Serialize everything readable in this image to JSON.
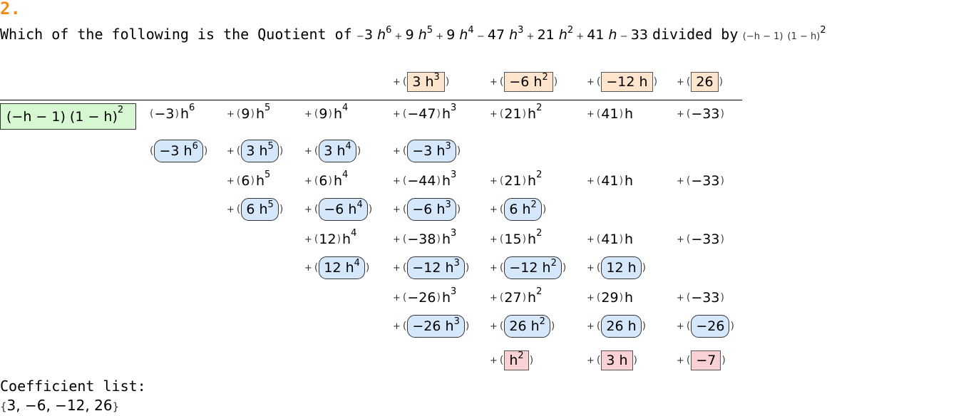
{
  "problem_number": "2.",
  "question": {
    "prefix": "Which of the following is the Quotient of",
    "dividend": [
      {
        "sign": "−",
        "coef": "3",
        "exp": "6"
      },
      {
        "sign": "+",
        "coef": "9",
        "exp": "5"
      },
      {
        "sign": "+",
        "coef": "9",
        "exp": "4"
      },
      {
        "sign": "−",
        "coef": "47",
        "exp": "3"
      },
      {
        "sign": "+",
        "coef": "21",
        "exp": "2"
      },
      {
        "sign": "+",
        "coef": "41",
        "exp": ""
      },
      {
        "sign": "−",
        "coef": "33",
        "exp": null
      }
    ],
    "variable": "h",
    "connector": "divided by",
    "divisor_a": "(−h − 1)",
    "divisor_b": "(1 − h)",
    "divisor_b_exp": "2"
  },
  "quotient_terms": [
    "3 h",
    "−6 h",
    "−12 h",
    "26"
  ],
  "quotient_exps": [
    "3",
    "2",
    "",
    ""
  ],
  "divisor_label": "(−h − 1) (1 − h)",
  "divisor_exp": "2",
  "rows": [
    {
      "cells": [
        {
          "col": 0,
          "val": "−3",
          "var": "h",
          "exp": "6",
          "plus": false
        },
        {
          "col": 1,
          "val": "9",
          "var": "h",
          "exp": "5"
        },
        {
          "col": 2,
          "val": "9",
          "var": "h",
          "exp": "4"
        },
        {
          "col": 3,
          "val": "−47",
          "var": "h",
          "exp": "3"
        },
        {
          "col": 4,
          "val": "21",
          "var": "h",
          "exp": "2"
        },
        {
          "col": 5,
          "val": "41",
          "var": "h",
          "exp": ""
        },
        {
          "col": 6,
          "val": "−33",
          "var": "",
          "exp": ""
        }
      ]
    },
    {
      "sub": true,
      "cells": [
        {
          "col": 0,
          "val": "−3 h",
          "exp": "6",
          "plus": false
        },
        {
          "col": 1,
          "val": "3 h",
          "exp": "5"
        },
        {
          "col": 2,
          "val": "3 h",
          "exp": "4"
        },
        {
          "col": 3,
          "val": "−3 h",
          "exp": "3"
        }
      ]
    },
    {
      "cells": [
        {
          "col": 1,
          "val": "6",
          "var": "h",
          "exp": "5"
        },
        {
          "col": 2,
          "val": "6",
          "var": "h",
          "exp": "4"
        },
        {
          "col": 3,
          "val": "−44",
          "var": "h",
          "exp": "3"
        },
        {
          "col": 4,
          "val": "21",
          "var": "h",
          "exp": "2"
        },
        {
          "col": 5,
          "val": "41",
          "var": "h",
          "exp": ""
        },
        {
          "col": 6,
          "val": "−33",
          "var": "",
          "exp": ""
        }
      ]
    },
    {
      "sub": true,
      "cells": [
        {
          "col": 1,
          "val": "6 h",
          "exp": "5"
        },
        {
          "col": 2,
          "val": "−6 h",
          "exp": "4"
        },
        {
          "col": 3,
          "val": "−6 h",
          "exp": "3"
        },
        {
          "col": 4,
          "val": "6 h",
          "exp": "2"
        }
      ]
    },
    {
      "cells": [
        {
          "col": 2,
          "val": "12",
          "var": "h",
          "exp": "4"
        },
        {
          "col": 3,
          "val": "−38",
          "var": "h",
          "exp": "3"
        },
        {
          "col": 4,
          "val": "15",
          "var": "h",
          "exp": "2"
        },
        {
          "col": 5,
          "val": "41",
          "var": "h",
          "exp": ""
        },
        {
          "col": 6,
          "val": "−33",
          "var": "",
          "exp": ""
        }
      ]
    },
    {
      "sub": true,
      "cells": [
        {
          "col": 2,
          "val": "12 h",
          "exp": "4"
        },
        {
          "col": 3,
          "val": "−12 h",
          "exp": "3"
        },
        {
          "col": 4,
          "val": "−12 h",
          "exp": "2"
        },
        {
          "col": 5,
          "val": "12 h",
          "exp": ""
        }
      ]
    },
    {
      "cells": [
        {
          "col": 3,
          "val": "−26",
          "var": "h",
          "exp": "3"
        },
        {
          "col": 4,
          "val": "27",
          "var": "h",
          "exp": "2"
        },
        {
          "col": 5,
          "val": "29",
          "var": "h",
          "exp": ""
        },
        {
          "col": 6,
          "val": "−33",
          "var": "",
          "exp": ""
        }
      ]
    },
    {
      "sub": true,
      "cells": [
        {
          "col": 3,
          "val": "−26 h",
          "exp": "3"
        },
        {
          "col": 4,
          "val": "26 h",
          "exp": "2"
        },
        {
          "col": 5,
          "val": "26 h",
          "exp": ""
        },
        {
          "col": 6,
          "val": "−26",
          "exp": ""
        }
      ]
    }
  ],
  "remainder_terms": [
    "h",
    "3 h",
    "−7"
  ],
  "remainder_exps": [
    "2",
    "",
    ""
  ],
  "coefficient_label": "Coefficient list:",
  "coefficient_list": "3, −6, −12, 26"
}
